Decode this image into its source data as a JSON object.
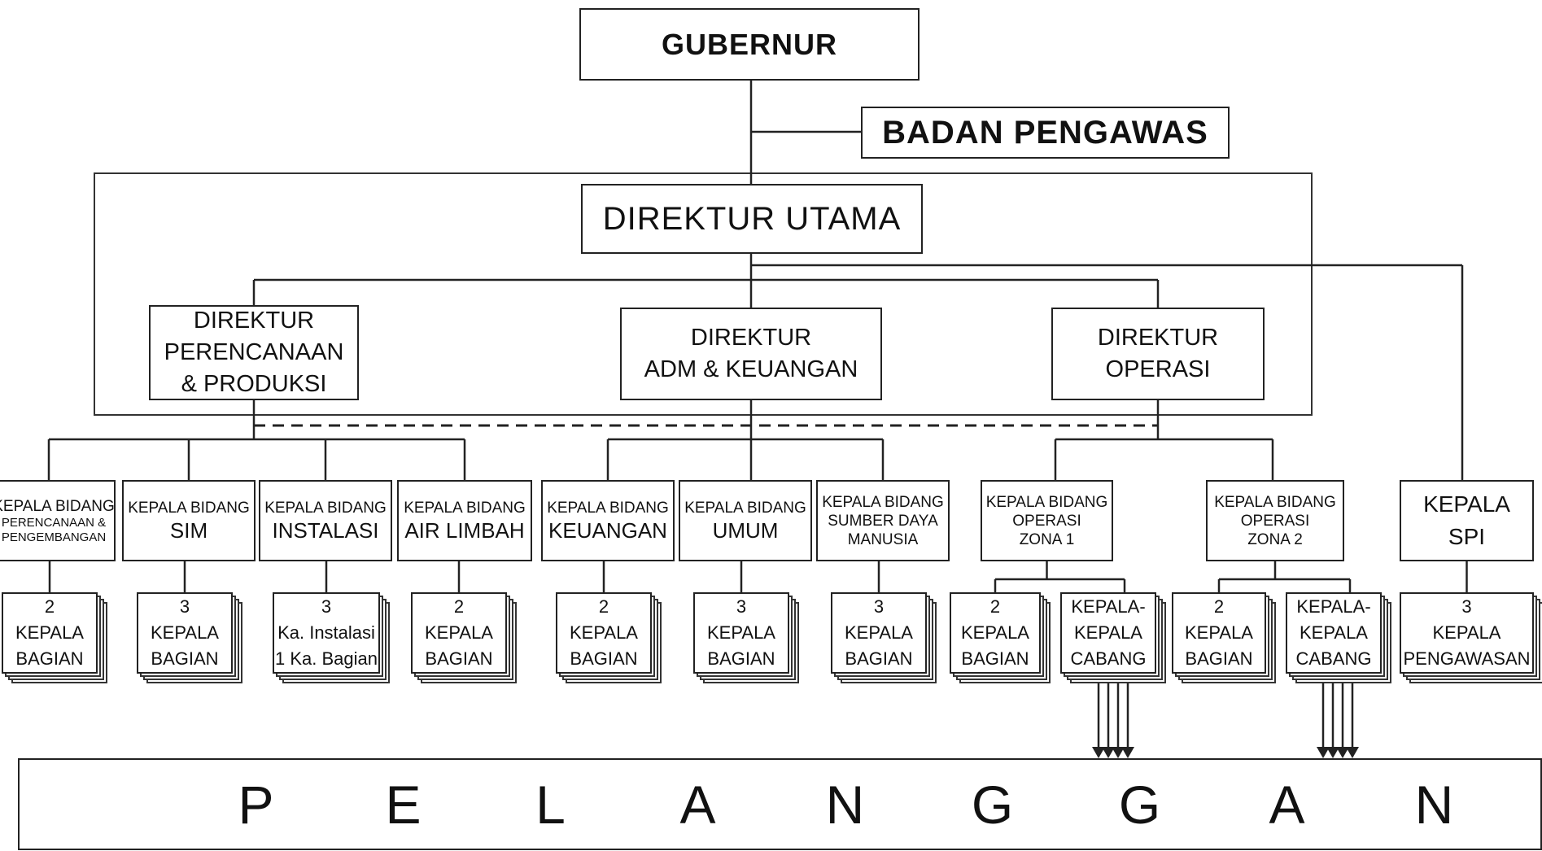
{
  "gubernur": "GUBERNUR",
  "badan_pengawas": "BADAN PENGAWAS",
  "direktur_utama": "DIREKTUR UTAMA",
  "directors": [
    [
      "DIREKTUR",
      "PERENCANAAN",
      "& PRODUKSI"
    ],
    [
      "DIREKTUR",
      "ADM & KEUANGAN"
    ],
    [
      "DIREKTUR",
      "OPERASI"
    ]
  ],
  "heads": [
    [
      "KEPALA BIDANG",
      "PERENCANAAN &",
      "PENGEMBANGAN"
    ],
    [
      "KEPALA BIDANG",
      "SIM"
    ],
    [
      "KEPALA BIDANG",
      "INSTALASI"
    ],
    [
      "KEPALA BIDANG",
      "AIR LIMBAH"
    ],
    [
      "KEPALA BIDANG",
      "KEUANGAN"
    ],
    [
      "KEPALA BIDANG",
      "UMUM"
    ],
    [
      "KEPALA BIDANG",
      "SUMBER DAYA",
      "MANUSIA"
    ],
    [
      "KEPALA BIDANG",
      "OPERASI",
      "ZONA 1"
    ],
    [
      "KEPALA BIDANG",
      "OPERASI",
      "ZONA  2"
    ],
    [
      "KEPALA",
      "SPI"
    ]
  ],
  "subunits": [
    [
      "2",
      "KEPALA",
      "BAGIAN"
    ],
    [
      "3",
      "KEPALA",
      "BAGIAN"
    ],
    [
      "3",
      "Ka. Instalasi",
      "1 Ka. Bagian"
    ],
    [
      "2",
      "KEPALA",
      "BAGIAN"
    ],
    [
      "2",
      "KEPALA",
      "BAGIAN"
    ],
    [
      "3",
      "KEPALA",
      "BAGIAN"
    ],
    [
      "3",
      "KEPALA",
      "BAGIAN"
    ],
    [
      "2",
      "KEPALA",
      "BAGIAN"
    ],
    [
      "KEPALA-",
      "KEPALA",
      "CABANG"
    ],
    [
      "2",
      "KEPALA",
      "BAGIAN"
    ],
    [
      "KEPALA-",
      "KEPALA",
      "CABANG"
    ],
    [
      "3",
      "KEPALA",
      "PENGAWASAN"
    ]
  ],
  "pelanggan": [
    "P",
    "E",
    "L",
    "A",
    "N",
    "G",
    "G",
    "A",
    "N"
  ]
}
